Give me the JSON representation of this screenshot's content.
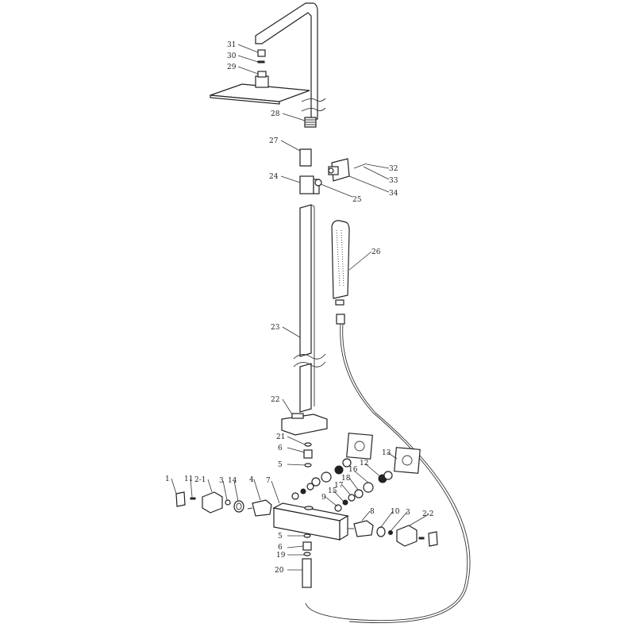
{
  "labels": {
    "p31": "31",
    "p30": "30",
    "p29": "29",
    "p28": "28",
    "p27": "27",
    "p24": "24",
    "p25": "25",
    "p32": "32",
    "p33": "33",
    "p34": "34",
    "p26": "26",
    "p23": "23",
    "p22": "22",
    "p21": "21",
    "p6a": "6",
    "p5a": "5",
    "p1": "1",
    "p11": "11",
    "p2_1": "2-1",
    "p3a": "3",
    "p14": "14",
    "p4": "4",
    "p7": "7",
    "p15": "15",
    "p17": "17",
    "p18": "18",
    "p16": "16",
    "p12": "12",
    "p13": "13",
    "p9": "9",
    "p8": "8",
    "p10": "10",
    "p3b": "3",
    "p2_2": "2-2",
    "p5b": "5",
    "p6b": "6",
    "p19": "19",
    "p20": "20"
  }
}
